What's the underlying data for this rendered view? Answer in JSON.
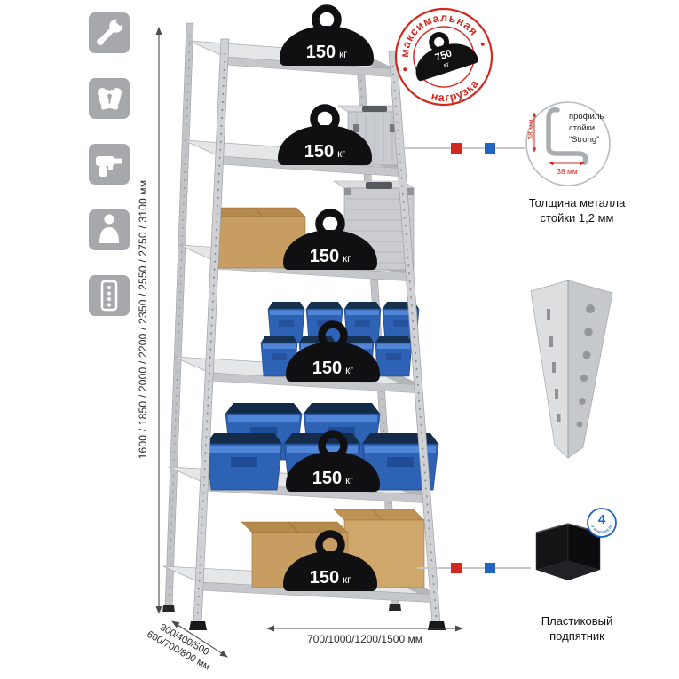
{
  "sidebar": {
    "icons": [
      {
        "name": "wrench"
      },
      {
        "name": "gloves"
      },
      {
        "name": "drill"
      },
      {
        "name": "person"
      },
      {
        "name": "post-profile"
      }
    ]
  },
  "rack": {
    "shelves": [
      {
        "load": "150",
        "unit": "кг"
      },
      {
        "load": "150",
        "unit": "кг"
      },
      {
        "load": "150",
        "unit": "кг"
      },
      {
        "load": "150",
        "unit": "кг"
      },
      {
        "load": "150",
        "unit": "кг"
      },
      {
        "load": "150",
        "unit": "кг"
      }
    ]
  },
  "stamp": {
    "arc_top": "максимальная",
    "arc_bottom": "нагрузка",
    "value": "750",
    "unit": "кг"
  },
  "dimensions": {
    "height": "1600 / 1850 / 2000 / 2200 / 2350 / 2550 / 2750 / 3100 мм",
    "depth_line1": "300/400/500",
    "depth_line2": "600/700/800 мм",
    "width": "700/1000/1200/1500 мм"
  },
  "profile_detail": {
    "label_line1": "профиль",
    "label_line2": "стойки",
    "label_line3": "“Strong”",
    "dim_vertical": "38 мм",
    "dim_horizontal": "38 мм",
    "caption_line1": "Толщина металла",
    "caption_line2": "стойки 1,2 мм"
  },
  "foot_detail": {
    "badge_value": "4",
    "badge_text": "в комплекте",
    "caption_line1": "Пластиковый",
    "caption_line2": "подпятник"
  },
  "colors": {
    "stamp_red": "#d2281e",
    "accent_blue": "#1f63c5",
    "bin_blue": "#2d62b5",
    "icon_bg": "#a6a8ab"
  }
}
